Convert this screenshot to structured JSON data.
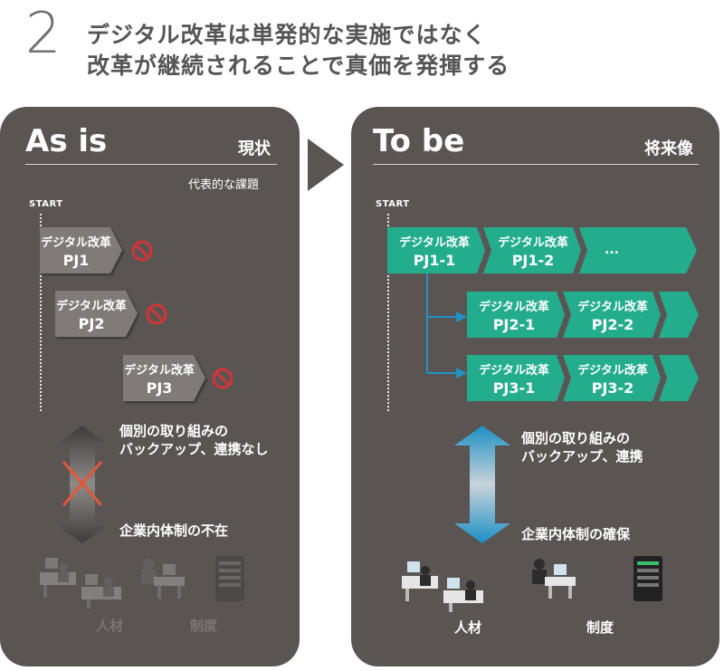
{
  "header": {
    "number": "2",
    "line1": "デジタル改革は単発的な実施ではなく",
    "line2": "改革が継続されることで真価を発揮する"
  },
  "as_is": {
    "title": "As is",
    "subtitle": "現状",
    "caption": "代表的な課題",
    "start": "START",
    "projects": [
      {
        "line1": "デジタル改革",
        "line2": "PJ1"
      },
      {
        "line1": "デジタル改革",
        "line2": "PJ2"
      },
      {
        "line1": "デジタル改革",
        "line2": "PJ3"
      }
    ],
    "backup_line1": "個別の取り組みの",
    "backup_line2": "バックアップ、連携なし",
    "system_text": "企業内体制の不在",
    "people_label": "人材",
    "system_label": "制度"
  },
  "to_be": {
    "title": "To be",
    "subtitle": "将来像",
    "start": "START",
    "row1": [
      {
        "line1": "デジタル改革",
        "line2": "PJ1-1"
      },
      {
        "line1": "デジタル改革",
        "line2": "PJ1-2"
      },
      {
        "line1": "...",
        "line2": ""
      }
    ],
    "row2": [
      {
        "line1": "デジタル改革",
        "line2": "PJ2-1"
      },
      {
        "line1": "デジタル改革",
        "line2": "PJ2-2"
      }
    ],
    "row3": [
      {
        "line1": "デジタル改革",
        "line2": "PJ3-1"
      },
      {
        "line1": "デジタル改革",
        "line2": "PJ3-2"
      }
    ],
    "backup_line1": "個別の取り組みの",
    "backup_line2": "バックアップ、連携",
    "system_text": "企業内体制の確保",
    "people_label": "人材",
    "system_label": "制度"
  },
  "colors": {
    "panel": "#5a5553",
    "teal": "#23ad8c",
    "gray_box": "#807b79",
    "blue": "#1f92c7",
    "forbidden": "#d3343a"
  }
}
